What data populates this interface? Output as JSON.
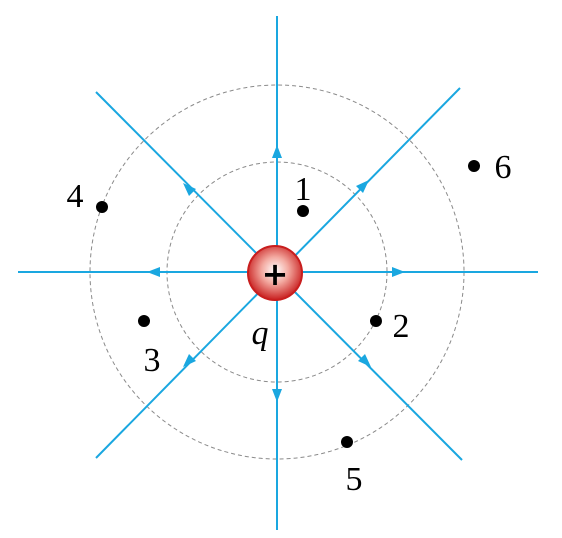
{
  "charge": {
    "sign": "+",
    "label": "q",
    "color_outer": "#c81e1e",
    "color_inner": "#ffffff"
  },
  "field_line_color": "#1aa7e0",
  "equipotential_color": "#8a8a8a",
  "points": [
    {
      "label": "1"
    },
    {
      "label": "2"
    },
    {
      "label": "3"
    },
    {
      "label": "4"
    },
    {
      "label": "5"
    },
    {
      "label": "6"
    }
  ]
}
